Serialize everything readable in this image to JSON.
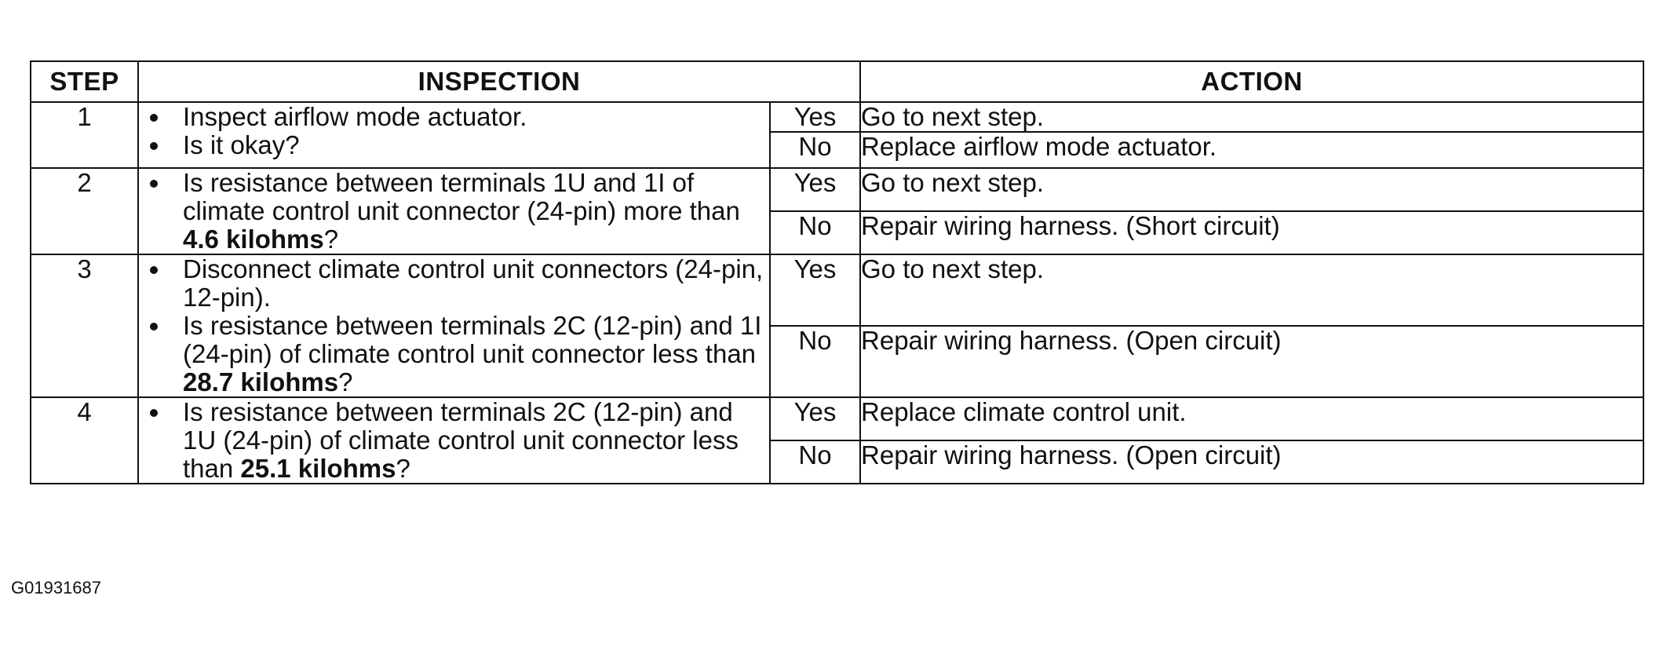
{
  "table": {
    "headers": {
      "step": "STEP",
      "inspection": "INSPECTION",
      "action": "ACTION"
    },
    "rows": [
      {
        "step": "1",
        "bullets": [
          {
            "pre": "Inspect airflow mode actuator.",
            "bold": "",
            "post": ""
          },
          {
            "pre": "Is it okay?",
            "bold": "",
            "post": ""
          }
        ],
        "yes_label": "Yes",
        "yes_action": "Go to next step.",
        "no_label": "No",
        "no_action": "Replace airflow mode actuator."
      },
      {
        "step": "2",
        "bullets": [
          {
            "pre": "Is resistance between terminals 1U and 1I of climate control unit connector (24-pin) more than ",
            "bold": "4.6 kilohms",
            "post": "?"
          }
        ],
        "yes_label": "Yes",
        "yes_action": "Go to next step.",
        "no_label": "No",
        "no_action": "Repair wiring harness. (Short circuit)"
      },
      {
        "step": "3",
        "bullets": [
          {
            "pre": "Disconnect climate control unit connectors (24-pin, 12-pin).",
            "bold": "",
            "post": ""
          },
          {
            "pre": "Is resistance between terminals 2C (12-pin) and 1I (24-pin) of climate control unit connector less than ",
            "bold": "28.7 kilohms",
            "post": "?"
          }
        ],
        "yes_label": "Yes",
        "yes_action": "Go to next step.",
        "no_label": "No",
        "no_action": "Repair wiring harness. (Open circuit)"
      },
      {
        "step": "4",
        "bullets": [
          {
            "pre": "Is resistance between terminals 2C (12-pin) and 1U (24-pin) of climate control unit connector less than ",
            "bold": "25.1 kilohms",
            "post": "?"
          }
        ],
        "yes_label": "Yes",
        "yes_action": "Replace climate control unit.",
        "no_label": "No",
        "no_action": "Repair wiring harness. (Open circuit)"
      }
    ]
  },
  "figure_id": "G01931687"
}
